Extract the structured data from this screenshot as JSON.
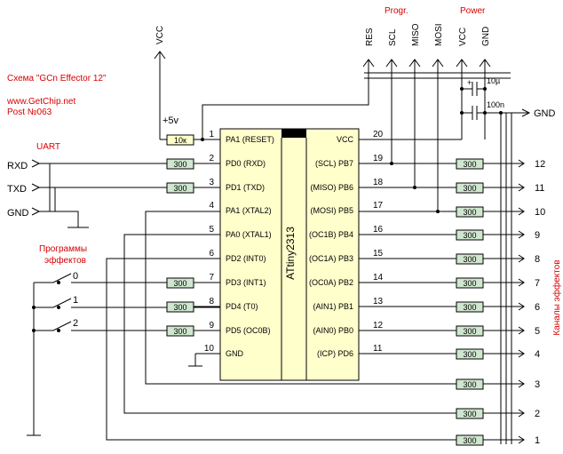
{
  "header": {
    "title": "Схема \"GCn Effector 12\"",
    "site": "www.GetChip.net",
    "post": "Post №063"
  },
  "labels": {
    "uart": "UART",
    "programs_line1": "Программы",
    "programs_line2": "эффектов",
    "channels": "Каналы эффектов",
    "progr": "Progr.",
    "power": "Power",
    "plus5v": "+5v",
    "vcc_top": "VCC",
    "gnd_right": "GND"
  },
  "progr_pins": [
    "RES",
    "SCL",
    "MISO",
    "MOSI"
  ],
  "power_pins": [
    "VCC",
    "GND"
  ],
  "capacitors": {
    "c1": "10µ",
    "c2": "100n"
  },
  "chip": {
    "name": "ATtiny2313",
    "left_pins": [
      {
        "num": "1",
        "name": "PA1 (RESET)"
      },
      {
        "num": "2",
        "name": "PD0 (RXD)"
      },
      {
        "num": "3",
        "name": "PD1 (TXD)"
      },
      {
        "num": "4",
        "name": "PA1 (XTAL2)"
      },
      {
        "num": "5",
        "name": "PA0 (XTAL1)"
      },
      {
        "num": "6",
        "name": "PD2 (INT0)"
      },
      {
        "num": "7",
        "name": "PD3 (INT1)"
      },
      {
        "num": "8",
        "name": "PD4 (T0)"
      },
      {
        "num": "9",
        "name": "PD5 (OC0B)"
      },
      {
        "num": "10",
        "name": "GND"
      }
    ],
    "right_pins": [
      {
        "num": "20",
        "name": "VCC"
      },
      {
        "num": "19",
        "name": "(SCL) PB7"
      },
      {
        "num": "18",
        "name": "(MISO) PB6"
      },
      {
        "num": "17",
        "name": "(MOSI) PB5"
      },
      {
        "num": "16",
        "name": "(OC1B) PB4"
      },
      {
        "num": "15",
        "name": "(OC1A) PB3"
      },
      {
        "num": "14",
        "name": "(OC0A) PB2"
      },
      {
        "num": "13",
        "name": "(AIN1) PB1"
      },
      {
        "num": "12",
        "name": "(AIN0) PB0"
      },
      {
        "num": "11",
        "name": "(ICP) PD6"
      }
    ]
  },
  "uart_lines": [
    "RXD",
    "TXD",
    "GND"
  ],
  "resistors": {
    "pullup": "10к",
    "series": "300"
  },
  "buttons": [
    "0",
    "1",
    "2"
  ],
  "channels_out": [
    "12",
    "11",
    "10",
    "9",
    "8",
    "7",
    "6",
    "5",
    "4",
    "3",
    "2",
    "1"
  ]
}
